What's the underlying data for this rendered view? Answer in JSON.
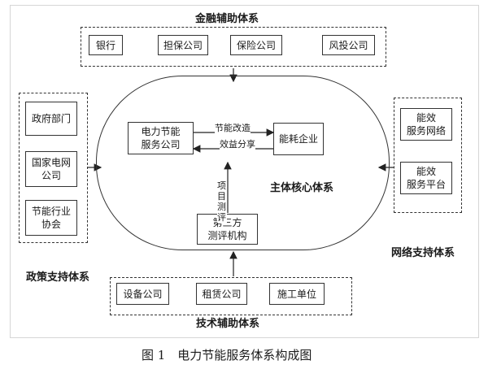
{
  "finance": {
    "title": "金融辅助体系",
    "items": [
      "银行",
      "担保公司",
      "保险公司",
      "风投公司"
    ]
  },
  "policy": {
    "title": "政策支持体系",
    "items": [
      "政府部门",
      "国家电网\n公司",
      "节能行业\n协会"
    ]
  },
  "network": {
    "title": "网络支持体系",
    "items": [
      "能效\n服务网络",
      "能效\n服务平台"
    ]
  },
  "tech": {
    "title": "技术辅助体系",
    "items": [
      "设备公司",
      "租赁公司",
      "施工单位"
    ]
  },
  "core": {
    "title": "主体核心体系",
    "esco": "电力节能\n服务公司",
    "consumer": "能耗企业",
    "third_party": "第三方\n测评机构",
    "arrow_top": "节能改造",
    "arrow_bottom": "效益分享",
    "arrow_vertical": "项目测评"
  },
  "caption": "图 1　电力节能服务体系构成图"
}
